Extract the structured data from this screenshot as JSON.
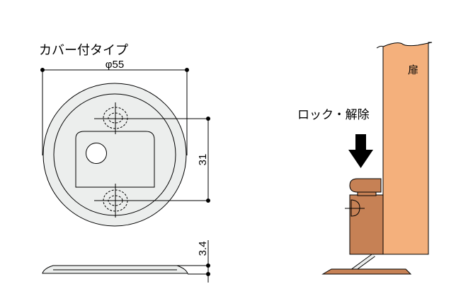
{
  "left_view": {
    "title": "カバー付タイプ",
    "diameter_label": "φ55",
    "hole_pitch_label": "31",
    "thickness_label": "3.4"
  },
  "right_view": {
    "door_label": "扉",
    "action_label": "ロック・解除"
  },
  "colors": {
    "plate_fill": "#eceeed",
    "door_fill": "#f4b07c",
    "body_fill": "#c68155"
  }
}
